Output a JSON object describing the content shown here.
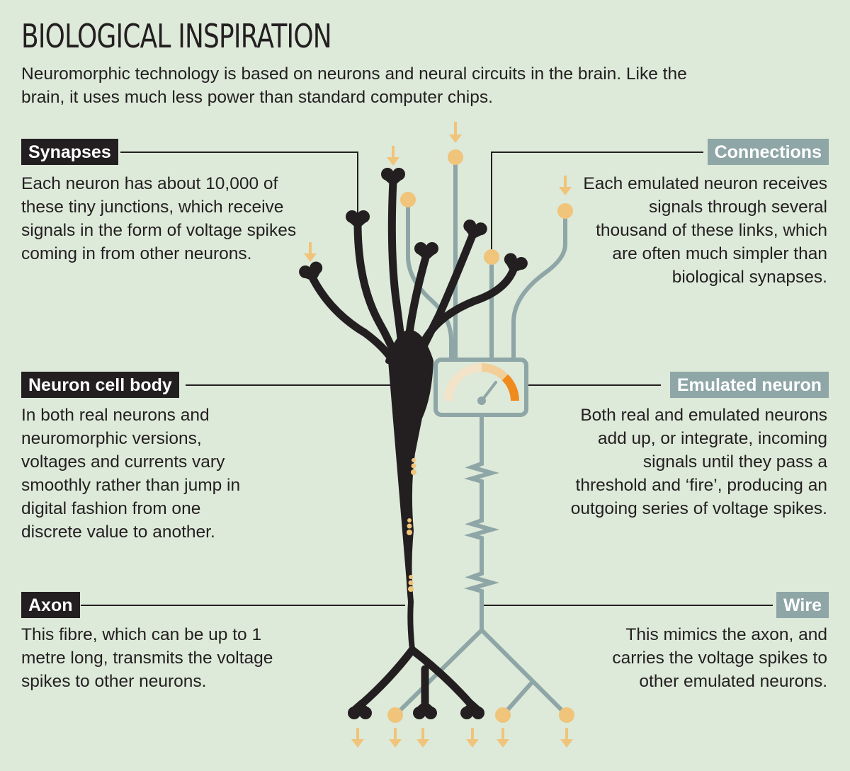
{
  "title": "BIOLOGICAL INSPIRATION",
  "subtitle": "Neuromorphic technology is based on neurons and neural circuits in the brain. Like the brain, it uses much less power than standard computer chips.",
  "left": {
    "synapses": {
      "label": "Synapses",
      "text": "Each neuron has about 10,000 of these tiny junctions, which receive signals in the form of voltage spikes coming in from other neurons."
    },
    "cell_body": {
      "label": "Neuron cell body",
      "text": "In both real neurons and neuromorphic versions, voltages and currents vary smoothly rather than jump in digital fashion from one discrete value to another."
    },
    "axon": {
      "label": "Axon",
      "text": "This fibre, which can be up to 1 metre long, transmits the voltage spikes to other neurons."
    }
  },
  "right": {
    "connections": {
      "label": "Connections",
      "text": "Each emulated neuron receives signals through several thousand of these links, which are often much simpler than biological synapses."
    },
    "emulated": {
      "label": "Emulated neuron",
      "text": "Both real and emulated neurons add up, or integrate, incoming signals until they pass a threshold and ‘fire’, producing an outgoing series of voltage spikes."
    },
    "wire": {
      "label": "Wire",
      "text": "This mimics the axon, and carries the voltage spikes to other emulated neurons."
    }
  },
  "colors": {
    "background": "#dde9d9",
    "neuron": "#231f20",
    "wire": "#8fa6a7",
    "signal": "#f0c47a",
    "gauge_active": "#ef8a1d"
  }
}
